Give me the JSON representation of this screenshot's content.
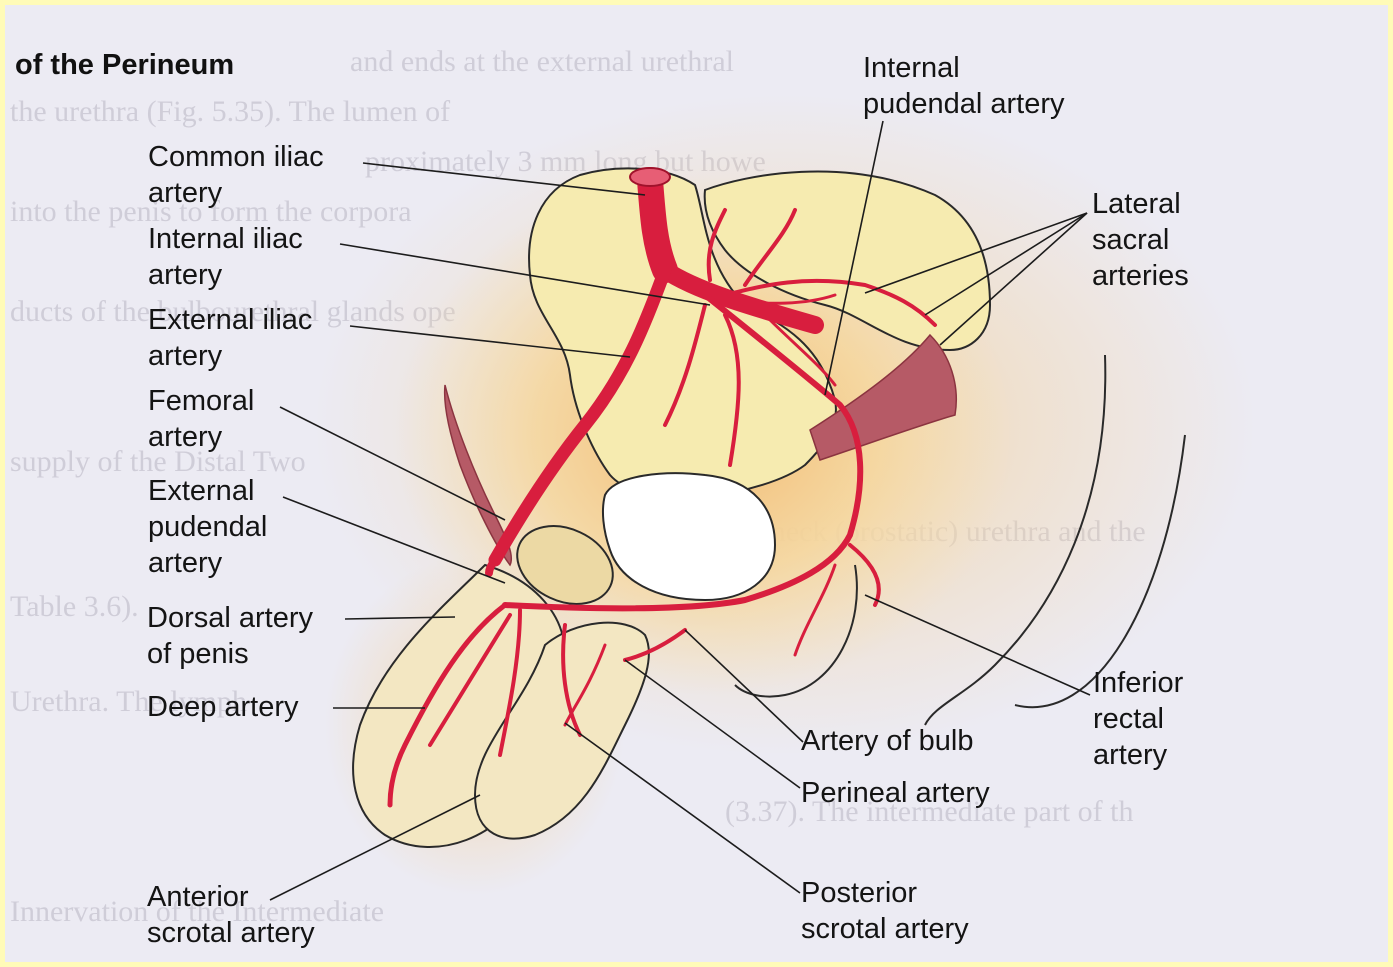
{
  "title": "of the Perineum",
  "labels": {
    "common_iliac": "Common iliac\nartery",
    "internal_iliac": "Internal iliac\nartery",
    "external_iliac": "External iliac\nartery",
    "femoral": "Femoral\nartery",
    "external_pudendal": "External\npudendal\nartery",
    "dorsal_penis": "Dorsal artery\nof penis",
    "deep": "Deep artery",
    "anterior_scrotal": "Anterior\nscrotal artery",
    "internal_pudendal": "Internal\npudendal artery",
    "lateral_sacral": "Lateral\nsacral\narteries",
    "inferior_rectal": "Inferior\nrectal\nartery",
    "artery_of_bulb": "Artery of bulb",
    "perineal": "Perineal artery",
    "posterior_scrotal": "Posterior\nscrotal artery"
  },
  "colors": {
    "artery": "#d81e3e",
    "muscle": "#a8505c",
    "bone": "#f4e6a6",
    "tissue_glow": "#f2c98a",
    "page": "#ecebf3",
    "border": "#fffbb8"
  }
}
